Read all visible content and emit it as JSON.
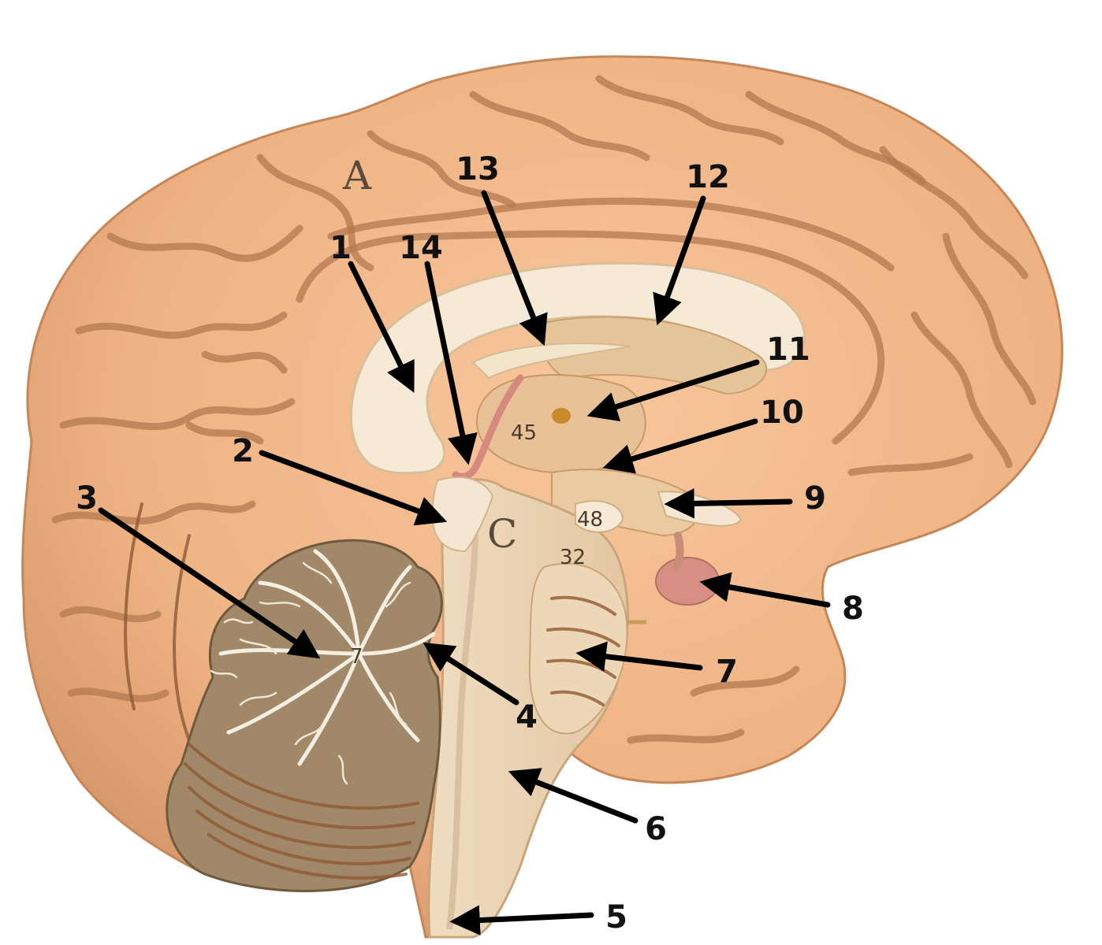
{
  "figure": {
    "model_marks": [
      "A",
      "C",
      "45",
      "48",
      "32",
      "7"
    ],
    "labels": [
      {
        "id": "1",
        "text": "1"
      },
      {
        "id": "2",
        "text": "2"
      },
      {
        "id": "3",
        "text": "3"
      },
      {
        "id": "4",
        "text": "4"
      },
      {
        "id": "5",
        "text": "5"
      },
      {
        "id": "6",
        "text": "6"
      },
      {
        "id": "7",
        "text": "7"
      },
      {
        "id": "8",
        "text": "8"
      },
      {
        "id": "9",
        "text": "9"
      },
      {
        "id": "10",
        "text": "10"
      },
      {
        "id": "11",
        "text": "11"
      },
      {
        "id": "12",
        "text": "12"
      },
      {
        "id": "13",
        "text": "13"
      },
      {
        "id": "14",
        "text": "14"
      }
    ]
  },
  "colors": {
    "cortex": "#f2b98a",
    "cortex_shadow": "#c98a5c",
    "white_matter": "#f6ead6",
    "cerebellum": "#9c8562",
    "arrow": "#000000"
  }
}
